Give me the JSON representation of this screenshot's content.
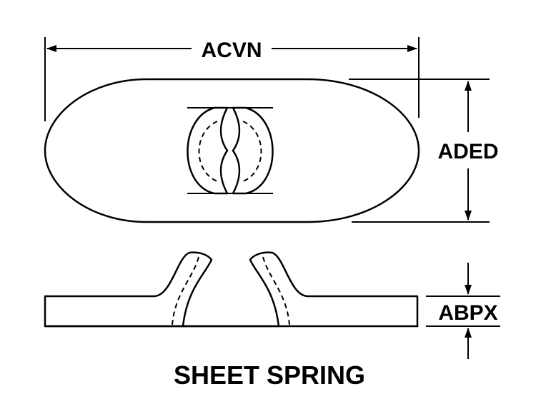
{
  "dimensions": {
    "length": "ACVN",
    "width": "ADED",
    "thickness": "ABPX"
  },
  "caption": "SHEET SPRING"
}
